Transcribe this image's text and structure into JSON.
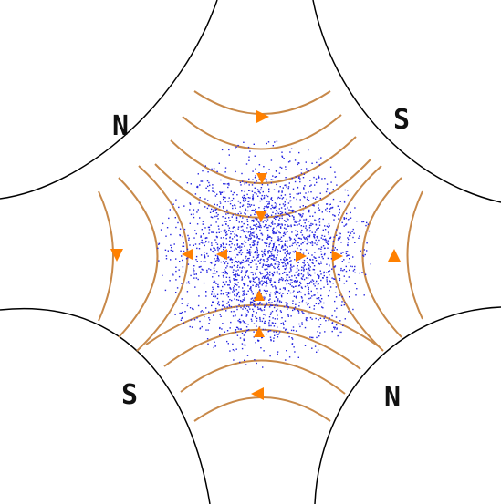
{
  "poles": [
    {
      "id": "top-left",
      "label": "N"
    },
    {
      "id": "top-right",
      "label": "S"
    },
    {
      "id": "bottom-left",
      "label": "S"
    },
    {
      "id": "bottom-right",
      "label": "N"
    }
  ],
  "colors": {
    "background": "#ffffff",
    "pole_outline": "#000000",
    "field_line": "#c8894a",
    "arrow": "#ff8000",
    "particles": "#2424e0"
  },
  "icons": {
    "field_arrow": "triangle-arrow-icon",
    "particle_cloud": "ion-cloud-icon"
  },
  "particles": {
    "count": 2600
  }
}
